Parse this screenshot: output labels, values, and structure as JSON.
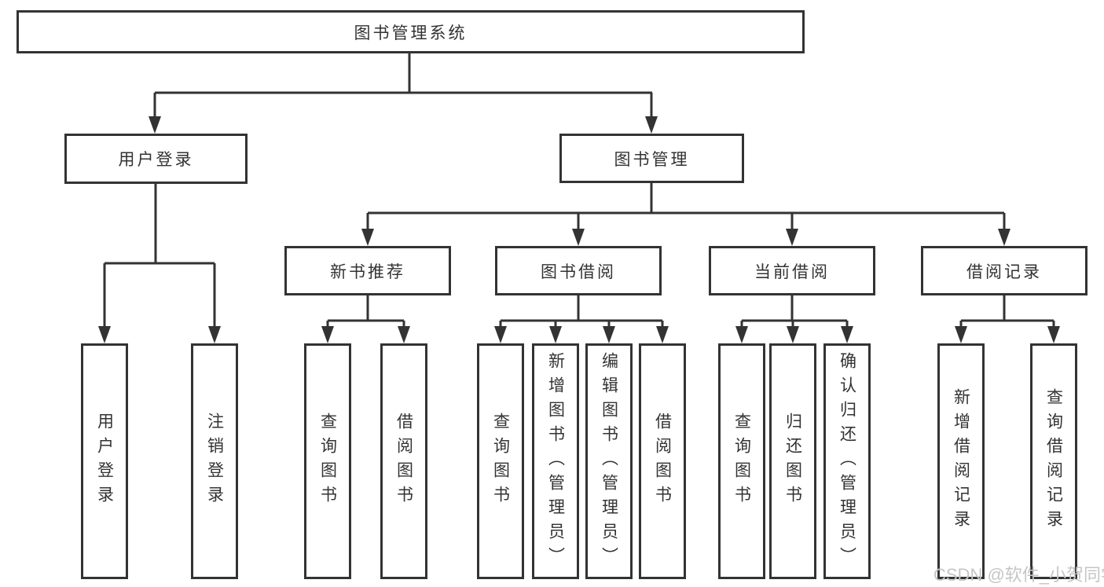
{
  "diagram": {
    "root": {
      "label": "图书管理系统"
    },
    "branches": [
      {
        "label": "用户登录",
        "children": [
          {
            "label": "用户登录"
          },
          {
            "label": "注销登录"
          }
        ]
      },
      {
        "label": "图书管理",
        "sections": [
          {
            "label": "新书推荐",
            "children": [
              {
                "label": "查询图书"
              },
              {
                "label": "借阅图书"
              }
            ]
          },
          {
            "label": "图书借阅",
            "children": [
              {
                "label": "查询图书"
              },
              {
                "label": "新增图书（管理员）"
              },
              {
                "label": "编辑图书（管理员）"
              },
              {
                "label": "借阅图书"
              }
            ]
          },
          {
            "label": "当前借阅",
            "children": [
              {
                "label": "查询图书"
              },
              {
                "label": "归还图书"
              },
              {
                "label": "确认归还（管理员）"
              }
            ]
          },
          {
            "label": "借阅记录",
            "children": [
              {
                "label": "新增借阅记录"
              },
              {
                "label": "查询借阅记录"
              }
            ]
          }
        ]
      }
    ],
    "watermark": "CSDN @软件_小贺同学",
    "colors": {
      "line": "#333333",
      "text": "#333333",
      "watermark": "#c5c5c5",
      "background": "#ffffff"
    }
  }
}
